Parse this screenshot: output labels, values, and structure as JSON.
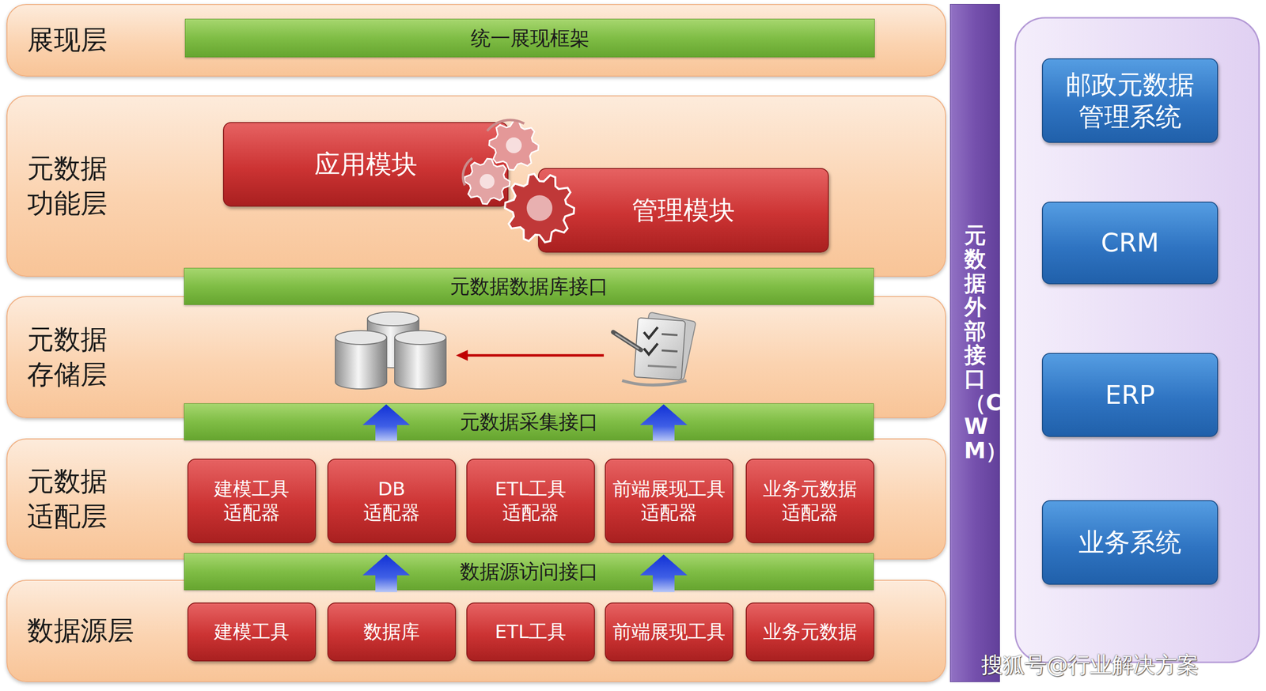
{
  "diagram": {
    "nodes": [
      {
        "text": [
          "展现层"
        ]
      },
      {
        "text": [
          "统一展现框架"
        ],
        "in": 0
      },
      {
        "text": [
          "元数据 功能层"
        ]
      },
      {
        "text": [
          "应用模块"
        ],
        "in": 2
      },
      {
        "text": [
          "管理模块"
        ],
        "in": 2
      },
      {
        "text": [
          "元数据数据库接口"
        ]
      },
      {
        "text": [
          "元数据 存储层"
        ]
      },
      {
        "text": [
          "元数据采集接口"
        ]
      },
      {
        "text": [
          "元数据 适配层"
        ]
      },
      {
        "text": [
          "建模工具 适配器"
        ],
        "in": 8
      },
      {
        "text": [
          "DB 适配器"
        ],
        "in": 8
      },
      {
        "text": [
          "ETL工具 适配器"
        ],
        "in": 8
      },
      {
        "text": [
          "前端展现工具 适配器"
        ],
        "in": 8
      },
      {
        "text": [
          "业务元数据 适配器"
        ],
        "in": 8
      },
      {
        "text": [
          "数据源访问接口"
        ]
      },
      {
        "text": [
          "数据源层"
        ]
      },
      {
        "text": [
          "建模工具"
        ],
        "in": 15
      },
      {
        "text": [
          "数据库"
        ],
        "in": 15
      },
      {
        "text": [
          "ETL工具"
        ],
        "in": 15
      },
      {
        "text": [
          "前端展现工具"
        ],
        "in": 15
      },
      {
        "text": [
          "业务元数据"
        ],
        "in": 15
      },
      {
        "text": [
          "元数据外部接口（CWM）"
        ]
      },
      {
        "text": [
          "邮政元数据 管理系统"
        ]
      },
      {
        "text": [
          "CRM"
        ]
      },
      {
        "text": [
          "ERP"
        ]
      },
      {
        "text": [
          "业务系统"
        ]
      }
    ],
    "labels": [
      "搜狐号@行业解决方案"
    ]
  }
}
